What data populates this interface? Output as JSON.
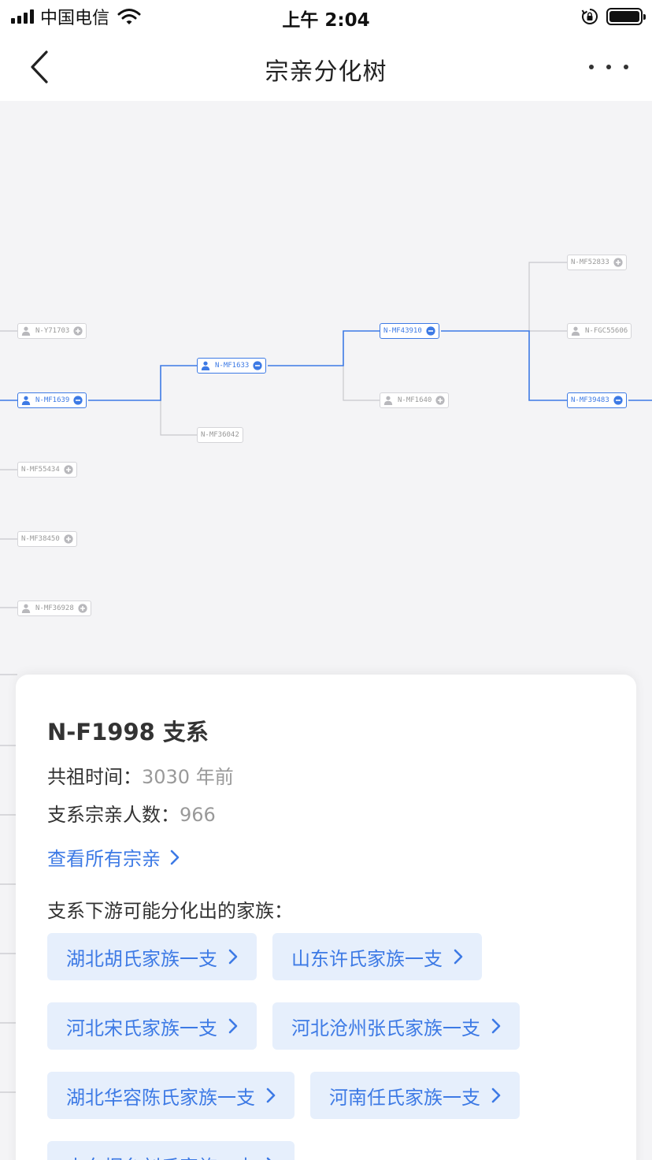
{
  "status_bar": {
    "carrier": "中国电信",
    "time": "上午 2:04"
  },
  "nav": {
    "title": "宗亲分化树"
  },
  "tree": {
    "nodes": [
      {
        "label": "N-Y71703",
        "active": false,
        "person": true,
        "toggle": "expand"
      },
      {
        "label": "N-MF1639",
        "active": true,
        "person": true,
        "toggle": "collapse"
      },
      {
        "label": "N-MF55434",
        "active": false,
        "person": false,
        "toggle": "expand"
      },
      {
        "label": "N-MF38450",
        "active": false,
        "person": false,
        "toggle": "expand"
      },
      {
        "label": "N-MF36928",
        "active": false,
        "person": true,
        "toggle": "expand"
      },
      {
        "label": "N-MF1633",
        "active": true,
        "person": true,
        "toggle": "collapse"
      },
      {
        "label": "N-MF36042",
        "active": false,
        "person": false,
        "toggle": "none"
      },
      {
        "label": "N-MF43910",
        "active": true,
        "person": false,
        "toggle": "collapse"
      },
      {
        "label": "N-MF1640",
        "active": false,
        "person": true,
        "toggle": "expand"
      },
      {
        "label": "N-MF52833",
        "active": false,
        "person": false,
        "toggle": "expand"
      },
      {
        "label": "N-FGC55606",
        "active": false,
        "person": true,
        "toggle": "none"
      },
      {
        "label": "N-MF39483",
        "active": true,
        "person": false,
        "toggle": "collapse"
      }
    ]
  },
  "card": {
    "title": "N-F1998 支系",
    "common_ancestor_label": "共祖时间：",
    "common_ancestor_value": "3030 年前",
    "member_count_label": "支系宗亲人数：",
    "member_count_value": "966",
    "view_all": "查看所有宗亲",
    "families_label": "支系下游可能分化出的家族：",
    "families": [
      "湖北胡氏家族一支",
      "山东许氏家族一支",
      "河北宋氏家族一支",
      "河北沧州张氏家族一支",
      "湖北华容陈氏家族一支",
      "河南任氏家族一支",
      "山东烟台刘氏家族一支"
    ]
  },
  "colors": {
    "accent": "#3d7ae5",
    "chip_bg": "#e6effc",
    "line_gray": "#c8c8cc"
  },
  "icons": [
    "signal-icon",
    "wifi-icon",
    "rotation-lock-icon",
    "battery-icon",
    "back-icon",
    "more-icon",
    "person-icon",
    "expand-icon",
    "collapse-icon",
    "chevron-right-icon"
  ]
}
